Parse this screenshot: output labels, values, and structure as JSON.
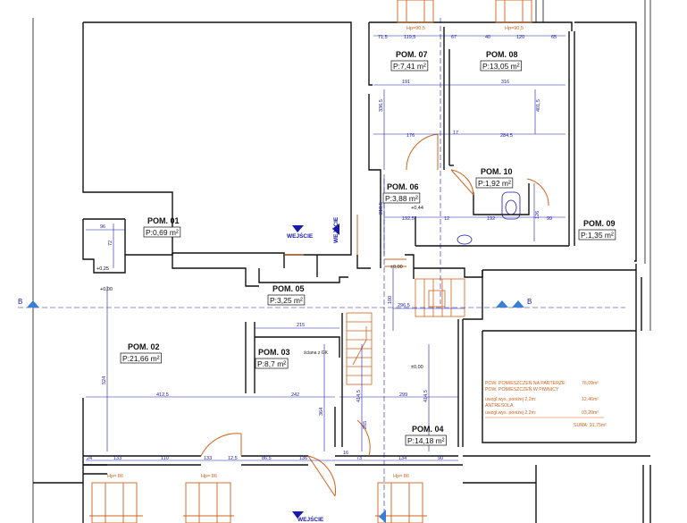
{
  "rooms": [
    {
      "name": "POM. 01",
      "area": "P:0,69 m²"
    },
    {
      "name": "POM. 02",
      "area": "P:21,66 m²"
    },
    {
      "name": "POM. 03",
      "area": "P:8,7 m²"
    },
    {
      "name": "POM. 04",
      "area": "P:14,18 m²"
    },
    {
      "name": "POM. 05",
      "area": "P:3,25 m²"
    },
    {
      "name": "POM. 06",
      "area": "P:3,88 m²"
    },
    {
      "name": "POM. 07",
      "area": "P:7,41 m²"
    },
    {
      "name": "POM. 08",
      "area": "P:13,05 m²"
    },
    {
      "name": "POM. 09",
      "area": "P:1,35 m²"
    },
    {
      "name": "POM. 10",
      "area": "P:1,92 m²"
    }
  ],
  "entrances": {
    "top": "WEJŚCIE",
    "side": "WEJŚCIE",
    "bottom": "WEJŚCIE"
  },
  "section": {
    "left": "B",
    "right": "B"
  },
  "levels": {
    "l1": "+0,44",
    "l2": "+0,25",
    "l3": "+0,00",
    "l4": "±0,00",
    "l5": "±0,00"
  },
  "note": "ścianа z GK",
  "summary": {
    "line1_label": "POW. POMIESZCZEŃ NA PARTERZE:",
    "line1_value": "76,09m²",
    "line2_label": "POW. POMIESZCZEŃ W PIWNICY",
    "line2_value": "",
    "line3_label": "uwzgl.wys. poniżej 2,2m:",
    "line3_value": "12,46m²",
    "line4_label": "ANTRESOLA",
    "line4_value": "",
    "line5_label": "uwzgl.wys. poniżej 2,2m:",
    "line5_value": "03,20m²",
    "total": "SUMA: 91,75m²"
  },
  "dims": {
    "d_715": "71,5",
    "d_1195": "119,5",
    "d_67": "67",
    "d_40": "40",
    "d_120": "120",
    "d_65": "65",
    "d_191": "191",
    "d_316": "316",
    "d_3365": "336,5",
    "d_4015": "401,5",
    "d_176": "176",
    "d_17": "17",
    "d_2845": "284,5",
    "d_2105": "210,5",
    "d_1925": "192,5",
    "d_12": "12",
    "d_192": "192",
    "d_99": "99",
    "d_126": "126",
    "d_96": "96",
    "d_72": "72",
    "d_2965": "296,5",
    "d_100": "100",
    "d_215": "215",
    "d_4125": "412,5",
    "d_242": "242",
    "d_299": "299",
    "d_524": "524",
    "d_364": "364",
    "d_41451": "414,5",
    "d_41452": "414,5",
    "d_265": "265",
    "d_24": "24",
    "d_133a": "133",
    "d_110": "110",
    "d_133b": "133",
    "d_125": "12,5",
    "d_865": "86,5",
    "d_136": "136",
    "d_16": "16",
    "d_73": "73",
    "d_134": "134",
    "d_90": "90",
    "hp_tl": "Hp=90,5",
    "hp_tr": "Hp=90,5",
    "hp_b1": "Hp= 86",
    "hp_b2": "Hp= 86",
    "hp_b3": "Hp= 86"
  }
}
